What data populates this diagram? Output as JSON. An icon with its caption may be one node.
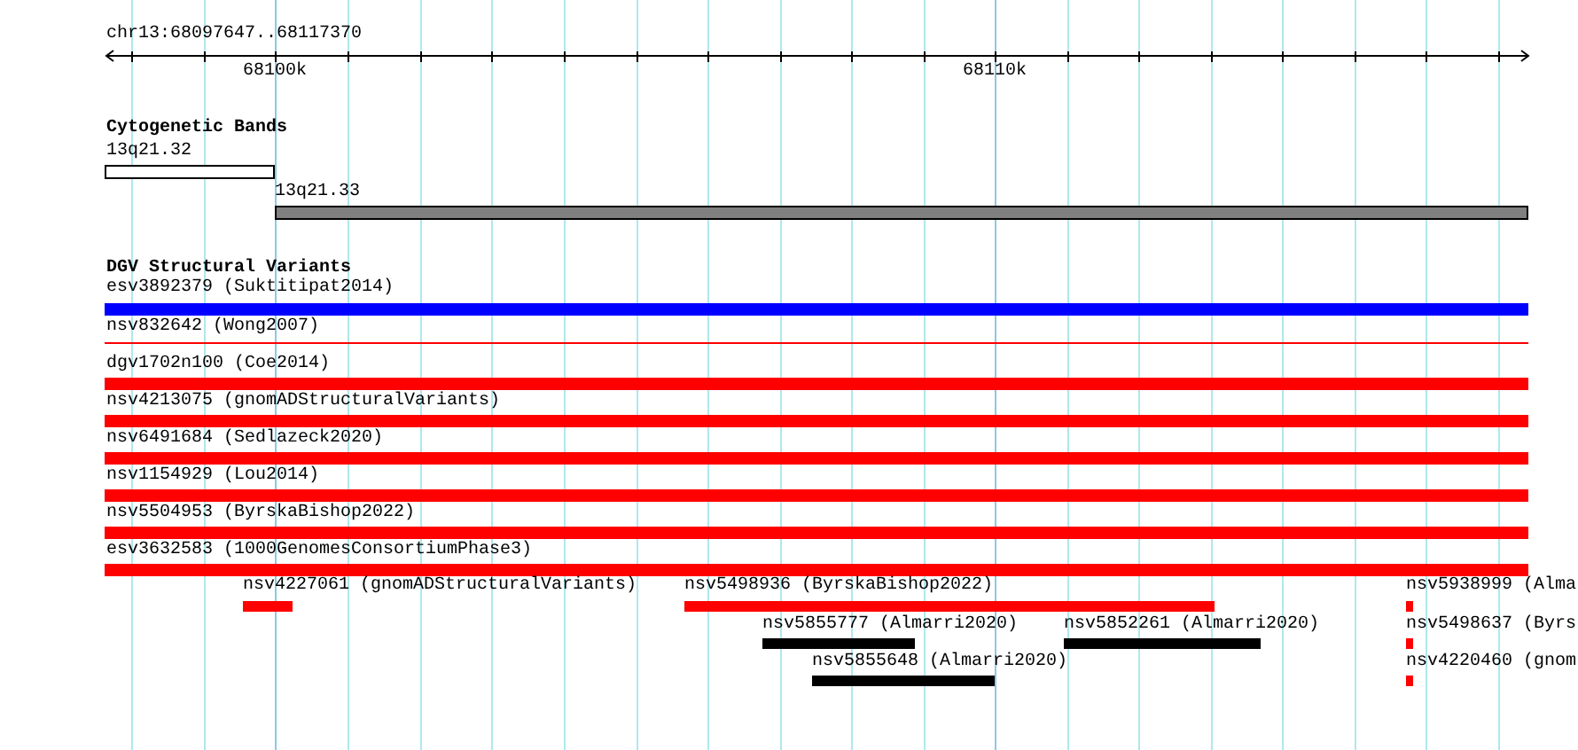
{
  "diagram": {
    "nodes": [
      {
        "text": [
          "13q21.32"
        ]
      },
      {
        "text": [
          "13q21.33"
        ]
      },
      {
        "text": [
          "esv3892379 (Suktitipat2014)"
        ]
      },
      {
        "text": [
          "nsv832642 (Wong2007)"
        ]
      },
      {
        "text": [
          "dgv1702n100 (Coe2014)"
        ]
      },
      {
        "text": [
          "nsv4213075 (gnomADStructuralVariants)"
        ]
      },
      {
        "text": [
          "nsv6491684 (Sedlazeck2020)"
        ]
      },
      {
        "text": [
          "nsv1154929 (Lou2014)"
        ]
      },
      {
        "text": [
          "nsv5504953 (ByrskaBishop2022)"
        ]
      },
      {
        "text": [
          "esv3632583 (1000GenomesConsortiumPhase3)"
        ]
      },
      {
        "text": [
          "nsv4227061 (gnomADStructuralVariants)"
        ]
      },
      {
        "text": [
          "nsv5498936 (ByrskaBishop2022)"
        ]
      },
      {
        "text": [
          "nsv5938999 (Alma"
        ]
      },
      {
        "text": [
          "nsv5855777 (Almarri2020)"
        ]
      },
      {
        "text": [
          "nsv5852261 (Almarri2020)"
        ]
      },
      {
        "text": [
          "nsv5498637 (Byrs"
        ]
      },
      {
        "text": [
          "nsv5855648 (Almarri2020)"
        ]
      },
      {
        "text": [
          "nsv4220460 (gnom"
        ]
      }
    ],
    "labels": [
      "chr13:68097647..68117370",
      "68100k",
      "68110k",
      "Cytogenetic Bands",
      "DGV Structural Variants"
    ]
  }
}
